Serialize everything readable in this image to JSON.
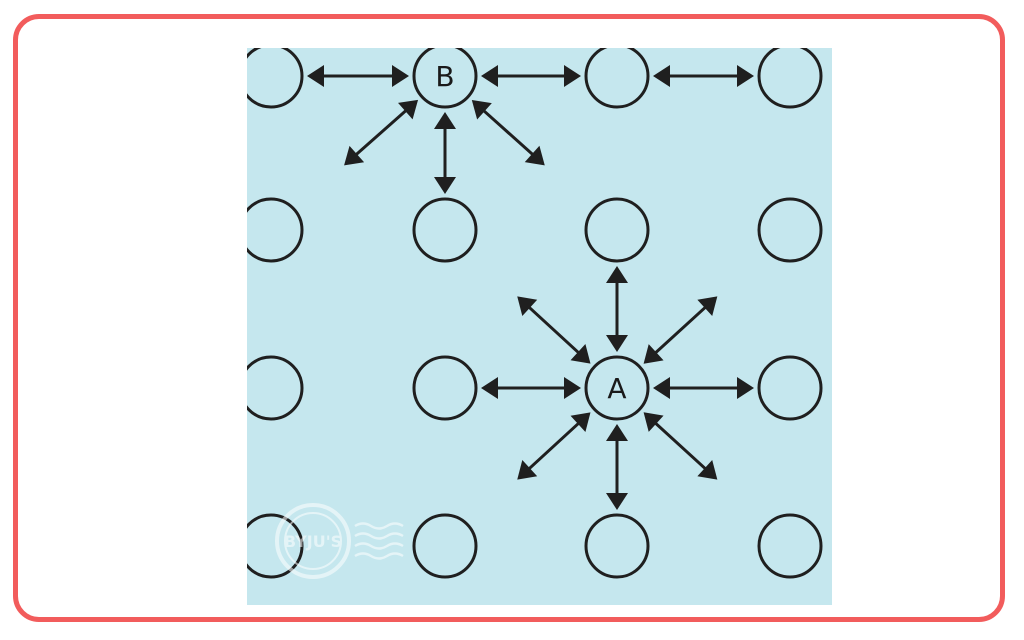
{
  "diagram": {
    "colors": {
      "background": "#c5e7ee",
      "node_fill": "#c5e7ee",
      "stroke": "#1f1f1f",
      "frame_border": "#f25c5c"
    },
    "nodes": [
      {
        "id": "r0c0",
        "label": ""
      },
      {
        "id": "r0c1",
        "label": "B"
      },
      {
        "id": "r0c2",
        "label": ""
      },
      {
        "id": "r0c3",
        "label": ""
      },
      {
        "id": "r1c0",
        "label": ""
      },
      {
        "id": "r1c1",
        "label": ""
      },
      {
        "id": "r1c2",
        "label": ""
      },
      {
        "id": "r1c3",
        "label": ""
      },
      {
        "id": "r2c0",
        "label": ""
      },
      {
        "id": "r2c1",
        "label": ""
      },
      {
        "id": "r2c2",
        "label": "A"
      },
      {
        "id": "r2c3",
        "label": ""
      },
      {
        "id": "r3c0",
        "label": ""
      },
      {
        "id": "r3c1",
        "label": ""
      },
      {
        "id": "r3c2",
        "label": ""
      },
      {
        "id": "r3c3",
        "label": ""
      }
    ],
    "connections": [
      {
        "from": "r0c0",
        "to": "r0c1",
        "arrowheads": "both"
      },
      {
        "from": "r0c1",
        "to": "r0c2",
        "arrowheads": "both"
      },
      {
        "from": "r0c2",
        "to": "r0c3",
        "arrowheads": "both"
      },
      {
        "from": "r0c1",
        "to": "r1c1",
        "arrowheads": "both"
      },
      {
        "from": "r0c1",
        "to": "r1c0",
        "arrowheads": "both"
      },
      {
        "from": "r0c1",
        "to": "r1c2",
        "arrowheads": "both"
      },
      {
        "from": "r2c2",
        "to": "r1c2",
        "arrowheads": "both"
      },
      {
        "from": "r2c2",
        "to": "r3c2",
        "arrowheads": "both"
      },
      {
        "from": "r2c2",
        "to": "r2c1",
        "arrowheads": "both"
      },
      {
        "from": "r2c2",
        "to": "r2c3",
        "arrowheads": "both"
      },
      {
        "from": "r2c2",
        "to": "r1c1",
        "arrowheads": "both"
      },
      {
        "from": "r2c2",
        "to": "r1c3",
        "arrowheads": "both"
      },
      {
        "from": "r2c2",
        "to": "r3c1",
        "arrowheads": "both"
      },
      {
        "from": "r2c2",
        "to": "r3c3",
        "arrowheads": "both"
      }
    ]
  },
  "watermark": {
    "text": "BYJU'S"
  }
}
